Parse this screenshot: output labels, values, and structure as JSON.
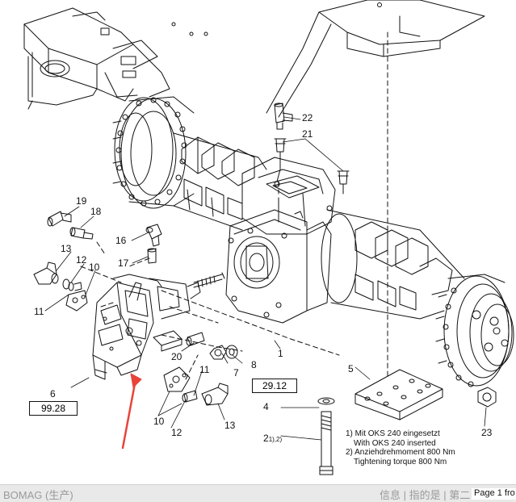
{
  "callouts": {
    "c2": "2",
    "c2_note": "1),2)",
    "c4": "4",
    "c5": "5",
    "c6": "6",
    "c7": "7",
    "c8": "8",
    "c10a": "10",
    "c10b": "10",
    "c11a": "11",
    "c11b": "11",
    "c12a": "12",
    "c12b": "12",
    "c13a": "13",
    "c13b": "13",
    "c16": "16",
    "c17": "17",
    "c18": "18",
    "c19": "19",
    "c20": "20",
    "c21": "21",
    "c22": "22",
    "c23": "23"
  },
  "refs": {
    "r1": "1",
    "box_axle": "29.12",
    "box_valve": "99.28"
  },
  "notes": [
    {
      "line1": "1) Mit OKS 240 eingesetzt",
      "line2": "With OKS 240 inserted"
    },
    {
      "line1": "2) Anziehdrehmoment 800 Nm",
      "line2": "Tightening torque 800 Nm"
    }
  ],
  "footer": {
    "ghost_left": "BOMAG (生产)",
    "ghost_right": "信息 | 指的是 | 第二",
    "page_indicator": "Page 1 fro"
  },
  "colors": {
    "line": "#111111",
    "arrow": "#e8443a",
    "footer_bg": "#e9e9e9"
  }
}
